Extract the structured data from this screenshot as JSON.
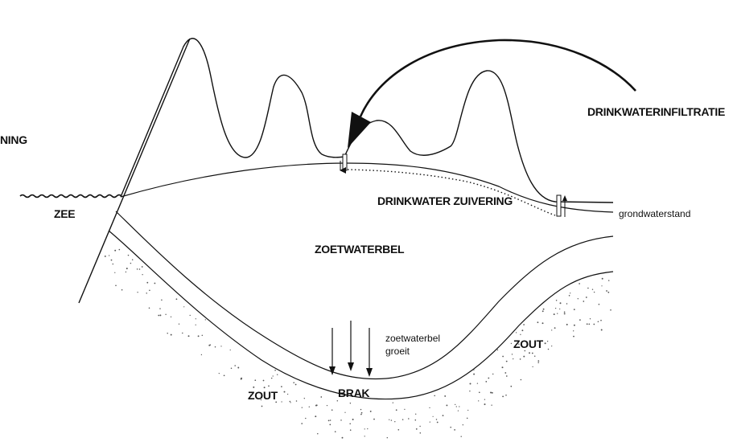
{
  "labels": {
    "cut_off_left": "NING",
    "zee": "ZEE",
    "drinkwaterinfiltratie": "DRINKWATERINFILTRATIE",
    "drinkwater_zuivering": "DRINKWATER ZUIVERING",
    "grondwaterstand": "grondwaterstand",
    "zoetwaterbel": "ZOETWATERBEL",
    "zoetwaterbel_groeit_line1": "zoetwaterbel",
    "zoetwaterbel_groeit_line2": "groeit",
    "zout_right": "ZOUT",
    "zout_left": "ZOUT",
    "brak": "BRAK"
  },
  "colors": {
    "line": "#111111",
    "background": "#ffffff",
    "salt_dots": "#555555"
  }
}
